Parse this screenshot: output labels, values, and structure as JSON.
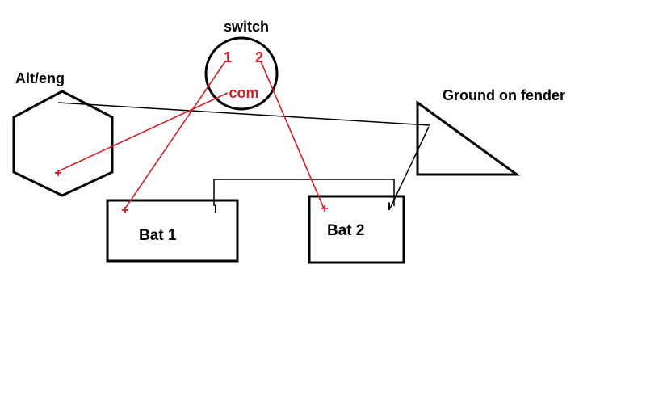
{
  "colors": {
    "black": "#000000",
    "red": "#d0202a",
    "background": "#ffffff"
  },
  "labels": {
    "switch": "switch",
    "alt_eng": "Alt/eng",
    "ground": "Ground on fender",
    "bat1": "Bat 1",
    "bat2": "Bat 2",
    "terminal_1": "1",
    "terminal_2": "2",
    "terminal_com": "com",
    "plus_alt": "+",
    "plus_bat1": "+",
    "plus_bat2": "+",
    "neg_bat1": "I",
    "neg_bat2": "I"
  }
}
